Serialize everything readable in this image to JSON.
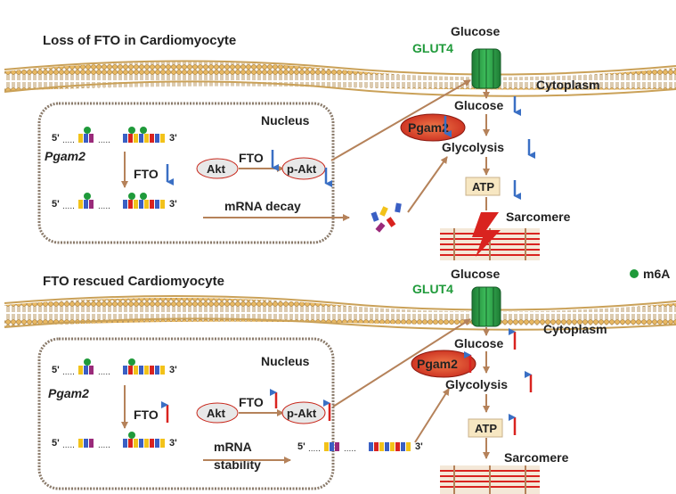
{
  "top": {
    "title": "Loss of FTO in Cardiomyocyte",
    "glucose_outside": "Glucose",
    "glut4": "GLUT4",
    "cytoplasm": "Cytoplasm",
    "nucleus": "Nucleus",
    "gene": "Pgam2",
    "fto": "FTO",
    "akt": "Akt",
    "fto_akt": "FTO",
    "p_akt": "p-Akt",
    "mrna_fate": "mRNA decay",
    "glucose_inside": "Glucose",
    "pgam2_protein": "Pgam2",
    "glycolysis": "Glycolysis",
    "atp": "ATP",
    "sarcomere": "Sarcomere",
    "direction": "down"
  },
  "bottom": {
    "title": "FTO rescued Cardiomyocyte",
    "glucose_outside": "Glucose",
    "glut4": "GLUT4",
    "cytoplasm": "Cytoplasm",
    "nucleus": "Nucleus",
    "gene": "Pgam2",
    "fto": "FTO",
    "akt": "Akt",
    "fto_akt": "FTO",
    "p_akt": "p-Akt",
    "mrna_fate_line1": "mRNA",
    "mrna_fate_line2": "stability",
    "glucose_inside": "Glucose",
    "pgam2_protein": "Pgam2",
    "glycolysis": "Glycolysis",
    "atp": "ATP",
    "sarcomere": "Sarcomere",
    "direction": "up"
  },
  "legend": {
    "m6a": "m6A"
  },
  "mrna_prime": {
    "five": "5'",
    "three": "3'",
    "dots": "....."
  },
  "colors": {
    "down_arrow": "#3a6fc4",
    "up_arrow": "#d9231f",
    "m6a": "#1f9a3a",
    "membrane": "#d8a85a",
    "flow_arrow": "#b5825a"
  }
}
